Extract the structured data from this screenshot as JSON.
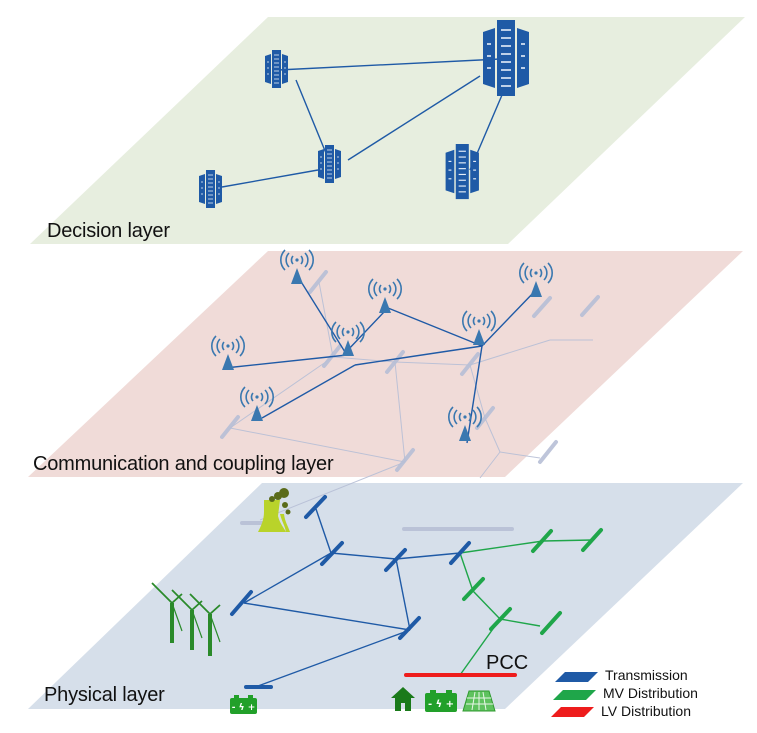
{
  "diagram": {
    "layers": [
      {
        "id": "decision",
        "label": "Decision layer",
        "color": "#e7eedf"
      },
      {
        "id": "communication",
        "label": "Communication and coupling layer",
        "color": "#f0dbd8"
      },
      {
        "id": "physical",
        "label": "Physical layer",
        "color": "#d6dfea"
      }
    ],
    "decision_nodes": [
      {
        "id": "s1",
        "type": "server-rack",
        "size": "small"
      },
      {
        "id": "s2",
        "type": "server-rack",
        "size": "large"
      },
      {
        "id": "s3",
        "type": "server-rack",
        "size": "small"
      },
      {
        "id": "s4",
        "type": "server-rack",
        "size": "small"
      },
      {
        "id": "s5",
        "type": "server-rack",
        "size": "medium"
      }
    ],
    "decision_links": [
      [
        "s1",
        "s2"
      ],
      [
        "s1",
        "s3"
      ],
      [
        "s3",
        "s2"
      ],
      [
        "s3",
        "s4"
      ],
      [
        "s2",
        "s5"
      ]
    ],
    "communication_nodes": [
      {
        "id": "a1",
        "type": "antenna"
      },
      {
        "id": "a2",
        "type": "antenna"
      },
      {
        "id": "a3",
        "type": "antenna"
      },
      {
        "id": "a4",
        "type": "antenna"
      },
      {
        "id": "a5",
        "type": "antenna"
      },
      {
        "id": "a6",
        "type": "antenna"
      },
      {
        "id": "a7",
        "type": "antenna"
      },
      {
        "id": "a8",
        "type": "antenna"
      }
    ],
    "communication_links": [
      [
        "a1",
        "a4"
      ],
      [
        "a2",
        "a4"
      ],
      [
        "a4",
        "a5"
      ],
      [
        "a4",
        "a6"
      ],
      [
        "a6",
        "a7"
      ],
      [
        "a3",
        "a6"
      ],
      [
        "a6",
        "a8"
      ],
      [
        "a4",
        "hub"
      ],
      [
        "hub",
        "a7"
      ]
    ],
    "physical_assets": [
      "power-plant",
      "wind-farm",
      "battery",
      "house",
      "battery",
      "solar-panel"
    ],
    "pcc_label": "PCC",
    "legend": [
      {
        "label": "Transmission",
        "color": "#1f5aa6"
      },
      {
        "label": "MV Distribution",
        "color": "#1fa64a"
      },
      {
        "label": "LV Distribution",
        "color": "#ee1c1c"
      }
    ],
    "colors": {
      "server": "#1f5aa6",
      "antenna": "#3a78b0",
      "link_blue": "#1f5aa6",
      "ghost": "#b7bfd6",
      "transmission": "#1f5aa6",
      "mv": "#1fa64a",
      "lv": "#ee1c1c",
      "plant": "#b9d32a",
      "smoke": "#5a6b1a",
      "wind": "#2a8a2a",
      "battery": "#22a02a",
      "house": "#1a7a1a"
    }
  }
}
